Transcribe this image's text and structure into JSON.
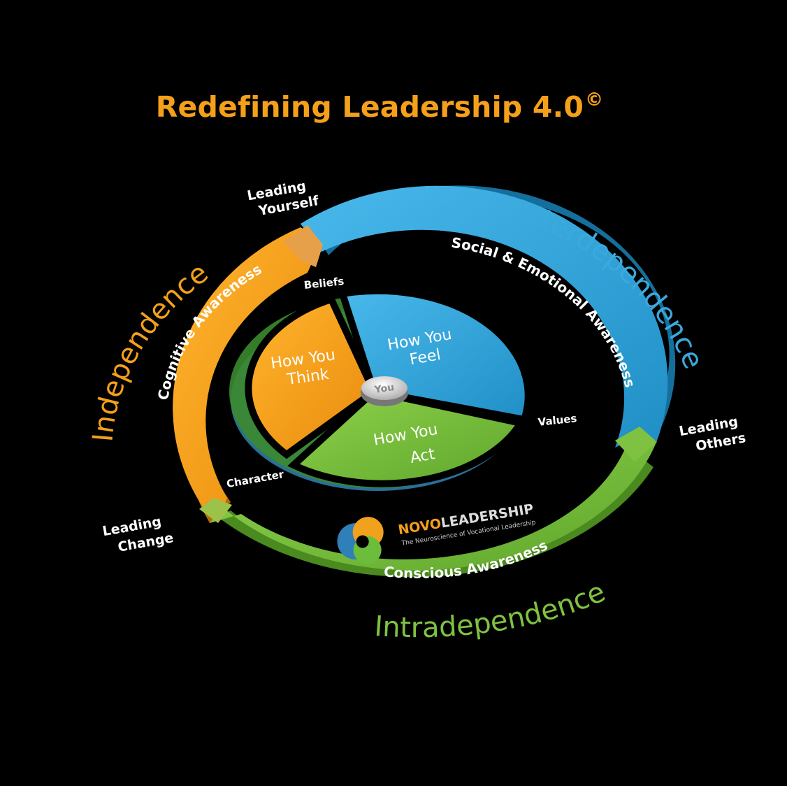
{
  "title": "Redefining Leadership 4.0",
  "title_mark": "©",
  "colors": {
    "orange": "#f5a01a",
    "blue": "#3aa9dd",
    "green": "#7fc241",
    "background": "#000000"
  },
  "center": {
    "label": "You"
  },
  "sectors": {
    "think": {
      "line1": "How You",
      "line2": "Think"
    },
    "feel": {
      "line1": "How You",
      "line2": "Feel"
    },
    "act": {
      "line1": "How You",
      "line2": "Act"
    }
  },
  "dividers": {
    "beliefs": "Beliefs",
    "values": "Values",
    "character": "Character"
  },
  "ring": {
    "cognitive": "Cognitive Awareness",
    "social": "Social & Emotional Awareness",
    "conscious": "Conscious Awareness"
  },
  "outer": {
    "independence": "Independence",
    "interdependence": "Interdependence",
    "intradependence": "Intradependence"
  },
  "corners": {
    "yourself": {
      "line1": "Leading",
      "line2": "Yourself"
    },
    "others": {
      "line1": "Leading",
      "line2": "Others"
    },
    "change": {
      "line1": "Leading",
      "line2": "Change"
    }
  },
  "logo": {
    "brand_bold": "NOVO",
    "brand_rest": "LEADERSHIP",
    "tagline": "The Neuroscience of Vocational Leadership"
  }
}
